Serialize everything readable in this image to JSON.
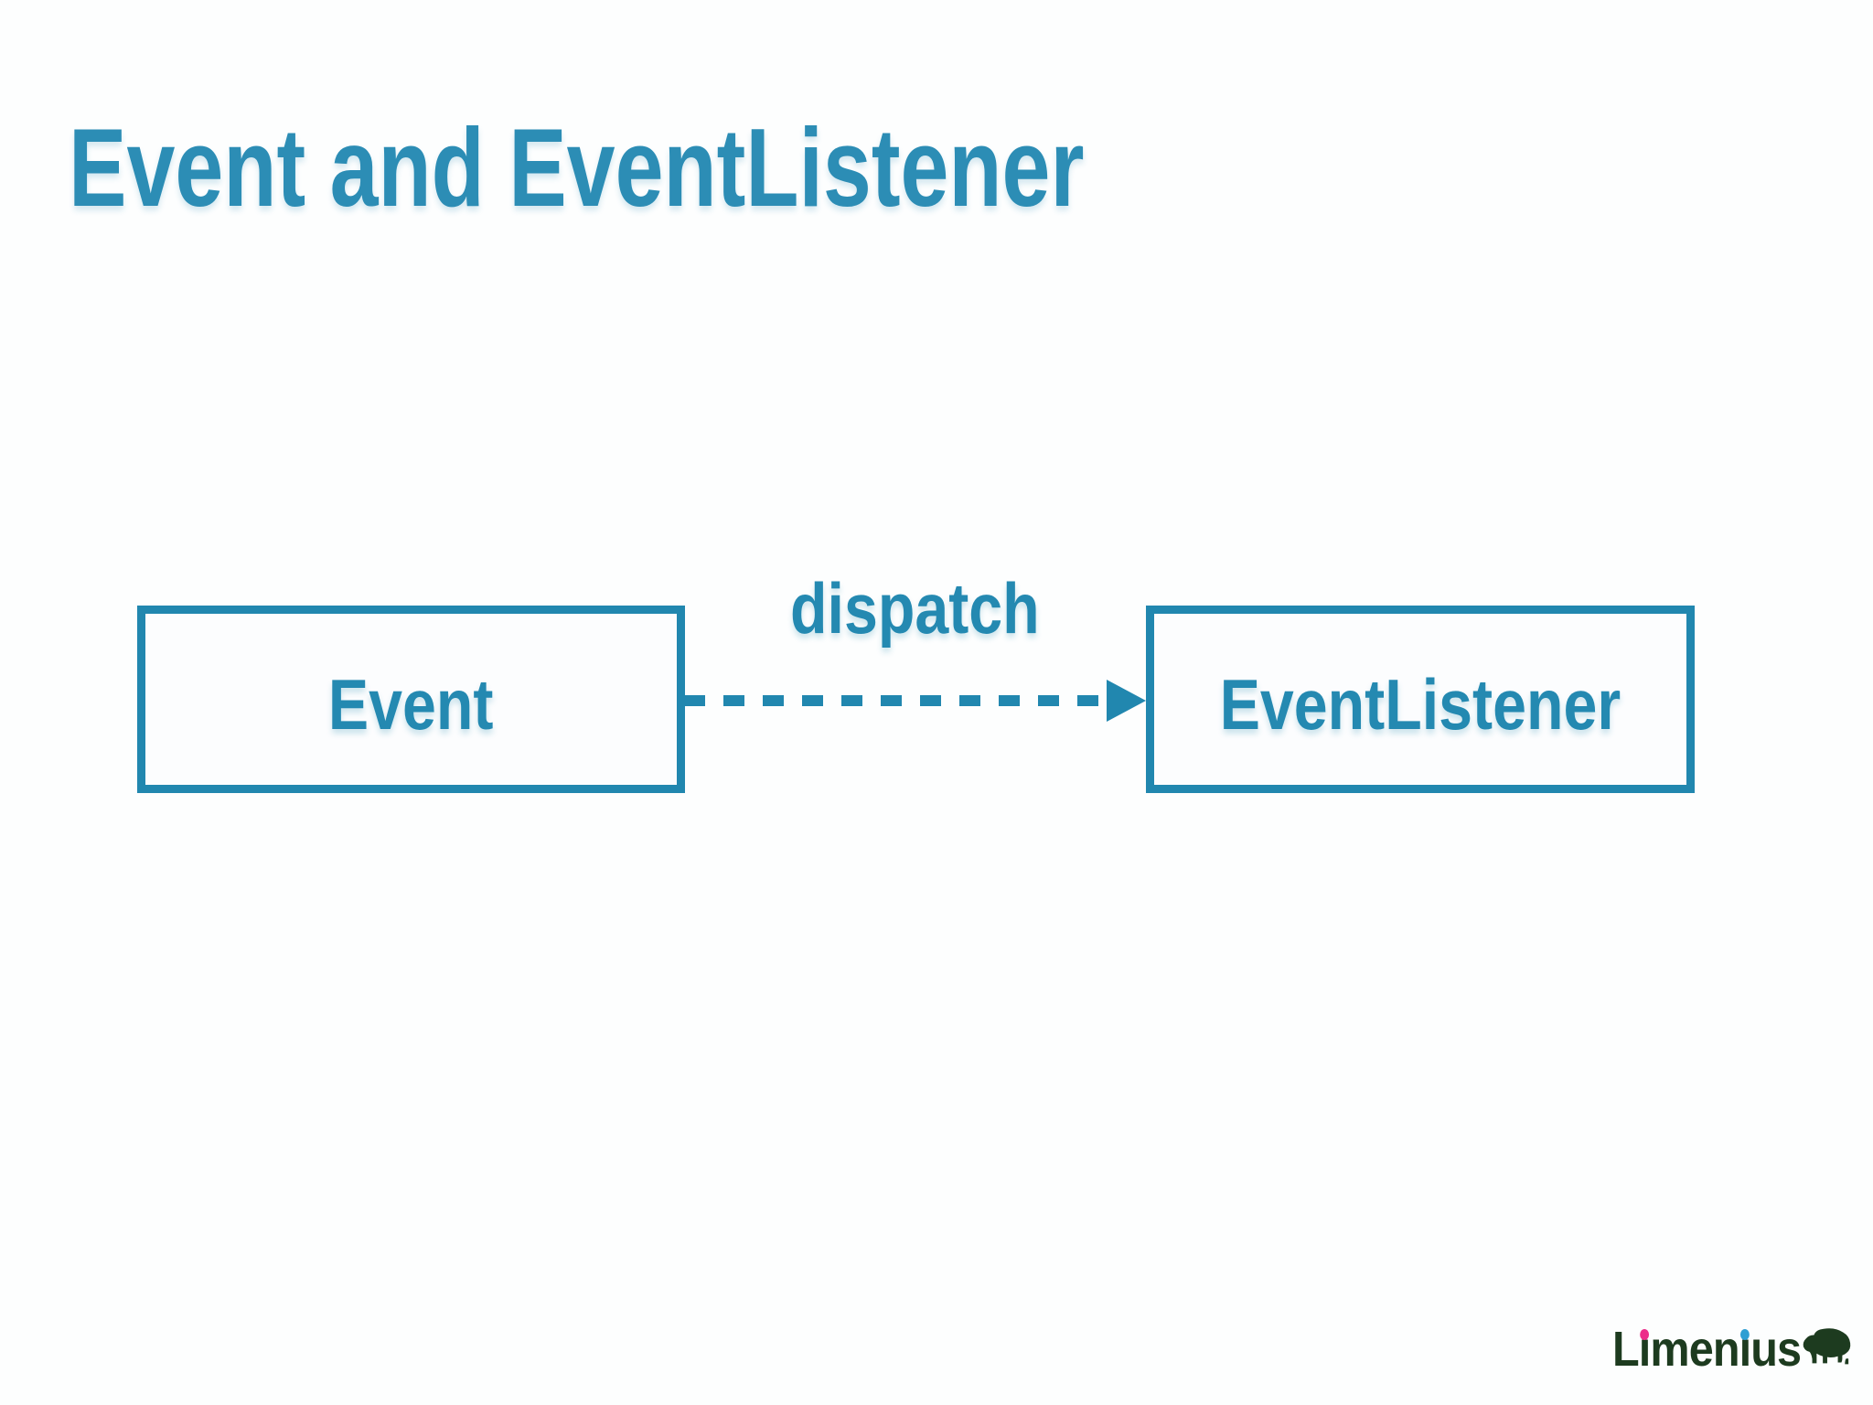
{
  "slide": {
    "title": "Event and EventListener",
    "diagram": {
      "nodes": [
        {
          "label": "Event"
        },
        {
          "label": "EventListener"
        }
      ],
      "edge": {
        "label": "dispatch",
        "style": "dashed",
        "direction": "left-to-right",
        "from": "Event",
        "to": "EventListener"
      }
    },
    "logo": {
      "text": "Limenius",
      "display_parts": [
        "L",
        "ı",
        "men",
        "ı",
        "us"
      ],
      "icon": "bison-icon"
    },
    "colors": {
      "accent_teal": "#2187AF",
      "title_teal": "#2C8DB5",
      "logo_green": "#1D3B1F",
      "logo_dot_pink": "#EC2E8A",
      "logo_dot_blue": "#2F9FD3",
      "background": "#FDFEFE"
    }
  }
}
